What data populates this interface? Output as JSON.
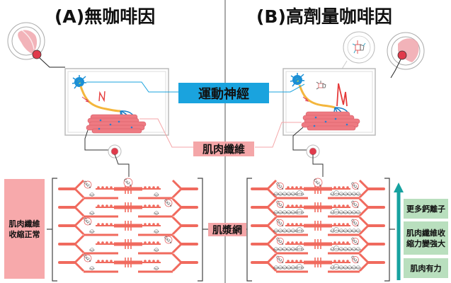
{
  "panels": {
    "left": {
      "title": "(A)無咖啡因"
    },
    "right": {
      "title": "(B)高劑量咖啡因"
    }
  },
  "labels": {
    "motor_nerve": "運動神經",
    "muscle_fiber": "肌肉纖維",
    "sarcoplasmic_reticulum": "肌漿網"
  },
  "left_outcome": {
    "text_line1": "肌肉纖維",
    "text_line2": "收縮正常"
  },
  "right_outcomes": [
    {
      "text_line1": "更多鈣離子",
      "text_line2": ""
    },
    {
      "text_line1": "肌肉纖維收",
      "text_line2": "縮力變強大"
    },
    {
      "text_line1": "肌肉有力",
      "text_line2": ""
    }
  ],
  "ion_label": "Ca2+",
  "colors": {
    "nerve_blue": "#1aa3de",
    "fiber_pink": "#f4a6a8",
    "sarcomere_red": "#f06a5e",
    "arrow_teal": "#17a2a0",
    "outcome_green": "#b9dfbe",
    "axon_orange": "#f4b63c"
  }
}
